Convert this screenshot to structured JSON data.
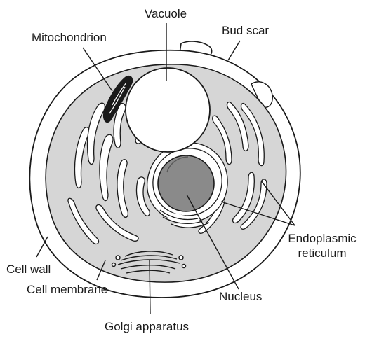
{
  "diagram": {
    "labels": {
      "vacuole": "Vacuole",
      "mitochondrion": "Mitochondrion",
      "bud_scar": "Bud scar",
      "endoplasmic_reticulum_line1": "Endoplasmic",
      "endoplasmic_reticulum_line2": "reticulum",
      "cell_wall": "Cell wall",
      "cell_membrane": "Cell membrane",
      "nucleus": "Nucleus",
      "golgi_apparatus": "Golgi apparatus"
    },
    "colors": {
      "cytoplasm": "#d6d6d6",
      "cell_wall_fill": "#ffffff",
      "outline": "#1a1a1a",
      "nucleus": "#8a8a8a",
      "vacuole": "#ffffff",
      "mitochondrion": "#1a1a1a"
    }
  }
}
